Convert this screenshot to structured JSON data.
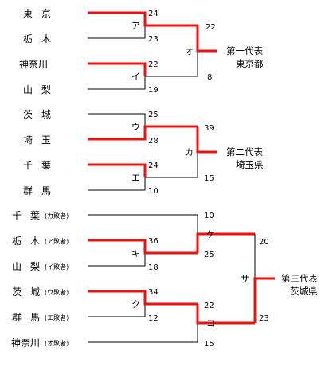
{
  "colors": {
    "winner_line": "#ee1111",
    "loser_line": "#000000",
    "background": "#ffffff"
  },
  "block1": {
    "teams": [
      {
        "name": "東京"
      },
      {
        "name": "栃木"
      },
      {
        "name": "神奈川"
      },
      {
        "name": "山梨"
      }
    ],
    "matches": [
      {
        "label": "ア",
        "score_top": "24",
        "score_bottom": "23"
      },
      {
        "label": "イ",
        "score_top": "22",
        "score_bottom": "19"
      },
      {
        "label": "オ",
        "score_top": "22",
        "score_bottom": "8"
      }
    ],
    "representative": {
      "rank": "第一代表",
      "name": "東京都"
    }
  },
  "block2": {
    "teams": [
      {
        "name": "茨城"
      },
      {
        "name": "埼玉"
      },
      {
        "name": "千葉"
      },
      {
        "name": "群馬"
      }
    ],
    "matches": [
      {
        "label": "ウ",
        "score_top": "25",
        "score_bottom": "28"
      },
      {
        "label": "エ",
        "score_top": "24",
        "score_bottom": "10"
      },
      {
        "label": "カ",
        "score_top": "39",
        "score_bottom": "15"
      }
    ],
    "representative": {
      "rank": "第二代表",
      "name": "埼玉県"
    }
  },
  "block3": {
    "teams": [
      {
        "name": "千葉",
        "note": "(カ敗者)"
      },
      {
        "name": "栃木",
        "note": "(ア敗者)"
      },
      {
        "name": "山梨",
        "note": "(イ敗者)"
      },
      {
        "name": "茨城",
        "note": "(ウ敗者)"
      },
      {
        "name": "群馬",
        "note": "(エ敗者)"
      },
      {
        "name": "神奈川",
        "note": "(オ敗者)"
      }
    ],
    "matches": [
      {
        "label": "キ",
        "score_top": "36",
        "score_bottom": "18"
      },
      {
        "label": "ク",
        "score_top": "34",
        "score_bottom": "12"
      },
      {
        "label": "ケ",
        "score_top": "10",
        "score_bottom": "25"
      },
      {
        "label": "コ",
        "score_top": "22",
        "score_bottom": "15"
      },
      {
        "label": "サ",
        "score_top": "20",
        "score_bottom": "23"
      }
    ],
    "representative": {
      "rank": "第三代表",
      "name": "茨城県"
    }
  }
}
